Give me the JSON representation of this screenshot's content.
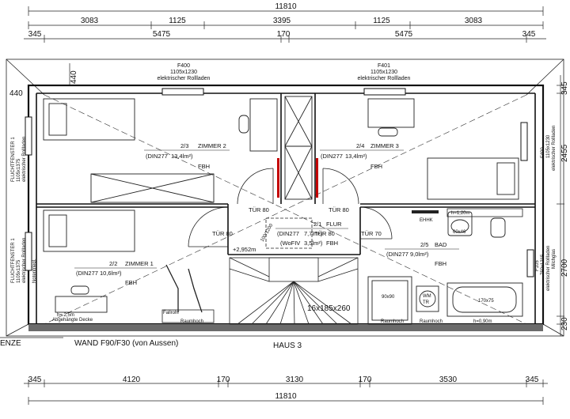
{
  "dimensions": {
    "top_total": "11810",
    "top_row1": [
      "3083",
      "1125",
      "3395",
      "1125",
      "3083"
    ],
    "top_row2": [
      "345",
      "5475",
      "170",
      "5475",
      "345"
    ],
    "bottom_row": [
      "345",
      "4120",
      "170",
      "3130",
      "170",
      "3530",
      "345"
    ],
    "bottom_total": "11810",
    "left_440a": "440",
    "left_440b": "440",
    "right_dims": [
      "345",
      "2455",
      "2700",
      "230"
    ]
  },
  "windows": {
    "f400_top": {
      "name": "F400",
      "size": "1105x1230",
      "note": "elektrischer Rollladen"
    },
    "f401_top": {
      "name": "F401",
      "size": "1105x1230",
      "note": "elektrischer Rollladen"
    },
    "f400_right": {
      "name": "F400",
      "size": "1105x1230",
      "note": "elektrischer Rollladen"
    },
    "f105_right": {
      "name": "F105",
      "size": "750x1215",
      "note": "elektrischer Rollladen",
      "extra": "Milchglas"
    },
    "left_upper": {
      "name": "FLUCHTFENSTER 1",
      "size": "1105x1375",
      "note": "elektrischer Rollladen"
    },
    "left_lower": {
      "name": "FLUCHTFENSTER 1",
      "size": "1105x1375",
      "note": "elektrischer Rollladen",
      "extra": "Notentriegl."
    }
  },
  "rooms": {
    "zimmer2": {
      "no": "2/3",
      "name": "ZIMMER 2",
      "din": "(DIN277",
      "area": "13,4lm²)",
      "fbh": "FBH"
    },
    "zimmer3": {
      "no": "2/4",
      "name": "ZIMMER 3",
      "din": "(DIN277",
      "area": "13,4lm²)",
      "fbh": "FBH"
    },
    "zimmer1": {
      "no": "2/2",
      "name": "ZIMMER 1",
      "din": "(DIN277",
      "area": "10,6lm²)",
      "fbh": "FBH"
    },
    "flur": {
      "no": "2/1",
      "name": "FLUR",
      "din": "(DIN277",
      "area": "7,7lm²)",
      "din2": "(WoFIV",
      "area2": "3,5lm²)",
      "fbh": "FBH"
    },
    "bad": {
      "no": "2/5",
      "name": "BAD",
      "din": "(DIN277",
      "area": "9,0lm²)",
      "fbh": "FBH"
    }
  },
  "doors": [
    "TÜR 80",
    "TÜR 80",
    "TÜR 80",
    "TÜR 80",
    "TÜR 70"
  ],
  "labels": {
    "level": "+2,952m",
    "stair": "16x185x260",
    "attic": "100/1200",
    "shower": "90x90",
    "bathtub": "170x75",
    "wm": "WM",
    "tr": "TR",
    "raumhoch1": "Raumhoch",
    "raumhoch2": "Raumhoch",
    "raumhoch3": "Raumhoch",
    "h090": "h=0,90m",
    "h120": "h=1,20m",
    "basin": "60x46",
    "ehhk": "EHHK",
    "h25": "h= 2,5m",
    "abgehaengte": "Abgehängte Decke",
    "schacht": "Fallrohr",
    "wall_note": "WAND F90/F30 (von Aussen)",
    "house": "HAUS 3",
    "grenze": "ENZE"
  }
}
